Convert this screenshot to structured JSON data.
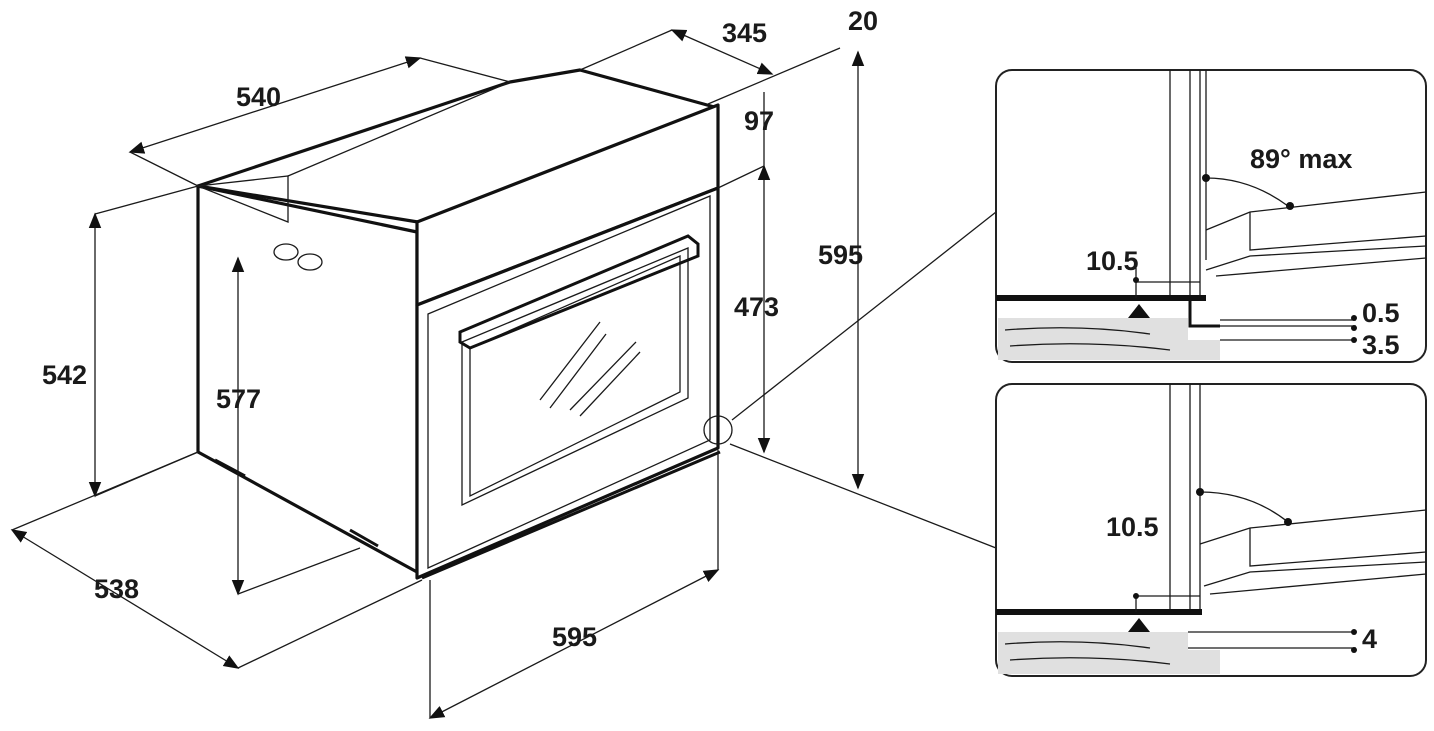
{
  "main_view": {
    "dims": {
      "top_width": "345",
      "top_offset": "20",
      "depth_top": "540",
      "panel_height": "97",
      "cavity_height": "473",
      "total_height": "595",
      "body_height": "542",
      "side_height": "577",
      "depth_bottom": "538",
      "front_width": "595"
    }
  },
  "detail_top": {
    "angle": "89° max",
    "gap": "10.5",
    "step1": "0.5",
    "step2": "3.5"
  },
  "detail_bottom": {
    "gap": "10.5",
    "step": "4"
  },
  "colors": {
    "line": "#1a1a1a",
    "wood": "#d8d8d8"
  }
}
